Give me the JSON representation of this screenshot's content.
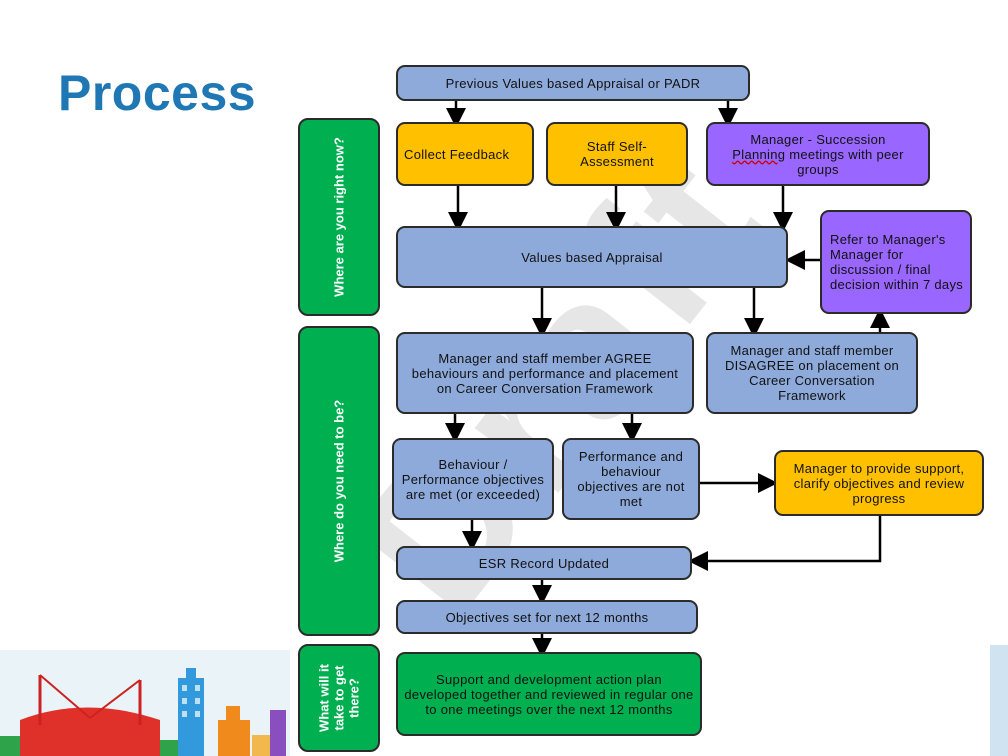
{
  "page": {
    "title": "Process"
  },
  "watermark": "Draft",
  "side_labels": {
    "now": "Where are you right now?",
    "need": "Where do you need to be?",
    "take": "What will it take to get there?"
  },
  "boxes": {
    "previous_appraisal": "Previous Values based Appraisal or PADR",
    "collect_feedback": "Collect Feedback",
    "staff_self_assessment": "Staff Self-Assessment",
    "manager_succession_a": "Manager - Succession",
    "manager_succession_underlined": "Planning",
    "manager_succession_b": "meetings with peer groups",
    "values_appraisal": "Values based Appraisal",
    "refer_manager": "Refer to Manager's Manager for discussion / final decision within 7 days",
    "agree": "Manager and staff member AGREE behaviours and performance and placement on Career Conversation Framework",
    "disagree": "Manager and staff member DISAGREE on placement on Career Conversation Framework",
    "objectives_met": "Behaviour / Performance objectives are met (or exceeded)",
    "objectives_not_met": "Performance and behaviour objectives are not met",
    "manager_support": "Manager to provide support, clarify objectives and review progress",
    "esr_updated": "ESR Record Updated",
    "objectives_next": "Objectives set for next 12 months",
    "support_plan": "Support and development action plan developed together and reviewed in regular one to one meetings over the next 12 months"
  },
  "colors": {
    "blue": "#8eaadb",
    "yellow": "#ffc000",
    "purple": "#9966ff",
    "green": "#00b050",
    "title": "#1f78b4"
  }
}
